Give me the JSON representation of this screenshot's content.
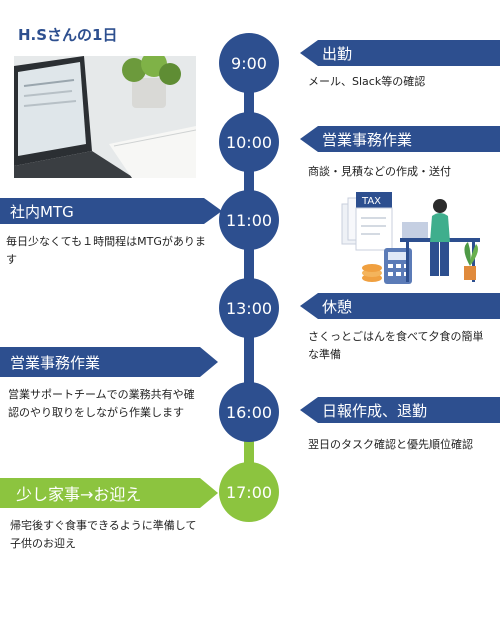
{
  "title": "H.Sさんの1日",
  "colors": {
    "blue": "#2d4f8f",
    "green": "#8cc43f"
  },
  "photo": {
    "subject": "laptop-and-plant-photo"
  },
  "illustration": {
    "subject": "woman-working-at-desk-illustration",
    "sign": "TAX"
  },
  "events": [
    {
      "time": "9:00",
      "title": "出勤",
      "desc": "メール、Slack等の確認"
    },
    {
      "time": "10:00",
      "title": "営業事務作業",
      "desc": "商談・見積などの作成・送付"
    },
    {
      "time": "11:00",
      "title": "社内MTG",
      "desc": "毎日少なくても１時間程はMTGがあります"
    },
    {
      "time": "13:00",
      "title": "休憩",
      "desc": "さくっとごはんを食べて夕食の簡単な準備"
    },
    {
      "title": "営業事務作業",
      "desc": "営業サポートチームでの業務共有や確認のやり取りをしながら作業します"
    },
    {
      "time": "16:00",
      "title": "日報作成、退勤",
      "desc": "翌日のタスク確認と優先順位確認"
    },
    {
      "time": "17:00",
      "title": "少し家事→お迎え",
      "desc": "帰宅後すぐ食事できるように準備して子供のお迎え"
    }
  ]
}
